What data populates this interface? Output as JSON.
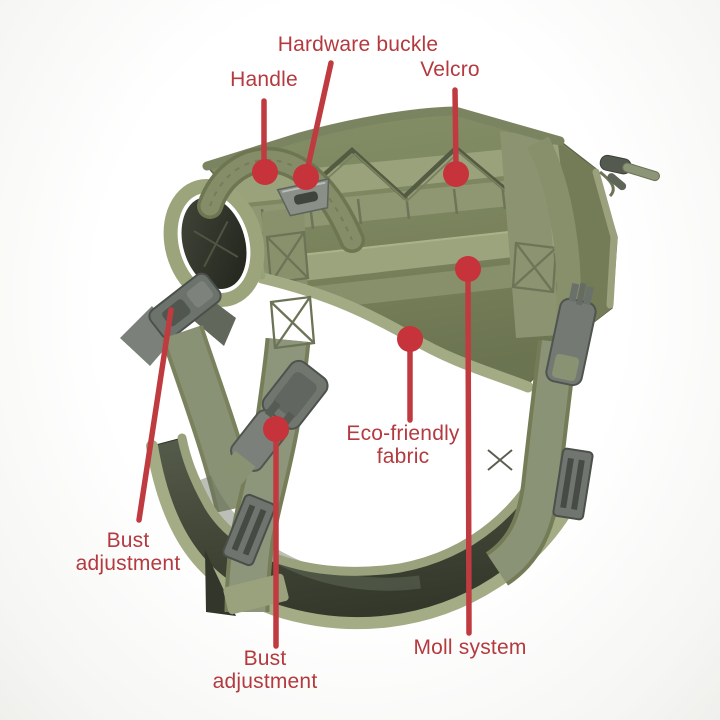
{
  "figure": {
    "type": "annotated-product-diagram",
    "subject": "tactical dog harness, olive green, three-quarter view on white background"
  },
  "colors": {
    "annotation_text_red": "#b43a3f",
    "leader_line_red": "#c03b40",
    "marker_dot_red": "#c6333a",
    "harness_olive": "#7d855f",
    "velcro_light_olive": "#9aa27b",
    "webbing_olive": "#8d957a",
    "lining_dark": "#3f4438",
    "buckle_grey": "#6f756e",
    "background": "#ffffff"
  },
  "annotations": [
    {
      "id": "handle",
      "label": "Handle"
    },
    {
      "id": "hardware-buckle",
      "label": "Hardware buckle"
    },
    {
      "id": "velcro",
      "label": "Velcro"
    },
    {
      "id": "eco-friendly-fabric",
      "label": "Eco-friendly fabric"
    },
    {
      "id": "moll-system",
      "label": "Moll system"
    },
    {
      "id": "bust-adjustment-left",
      "label": "Bust adjustment"
    },
    {
      "id": "bust-adjustment-bottom",
      "label": "Bust adjustment"
    }
  ]
}
